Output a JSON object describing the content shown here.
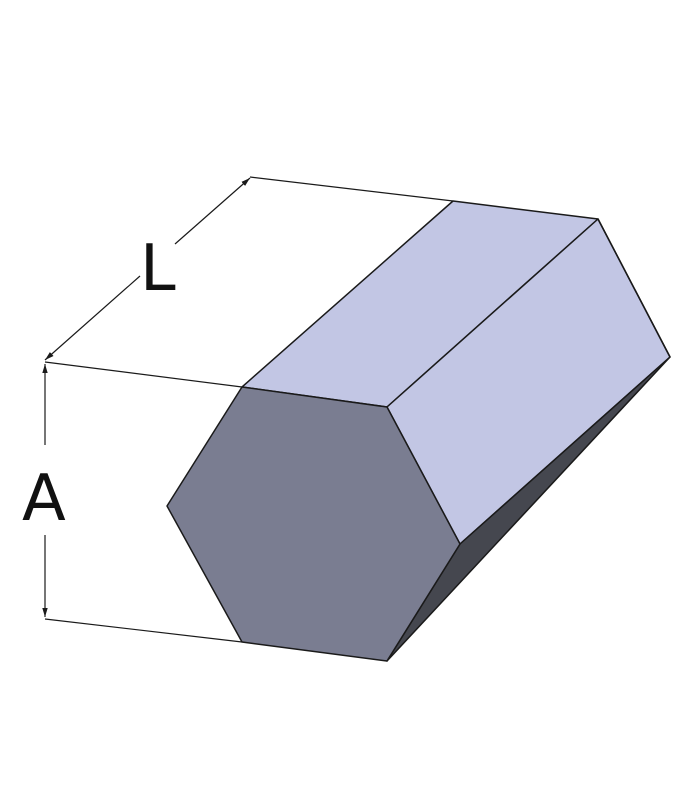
{
  "dimensions": {
    "length_label": "L",
    "across_flats_label": "A"
  },
  "colors": {
    "end_face": "#7a7d91",
    "top_face": "#c2c6e4",
    "right_face": "#c2c6e4",
    "bottom_face": "#45474f",
    "edge": "#1a1a1a",
    "dimension_line": "#1a1a1a"
  },
  "shape": "hexagonal-prism"
}
